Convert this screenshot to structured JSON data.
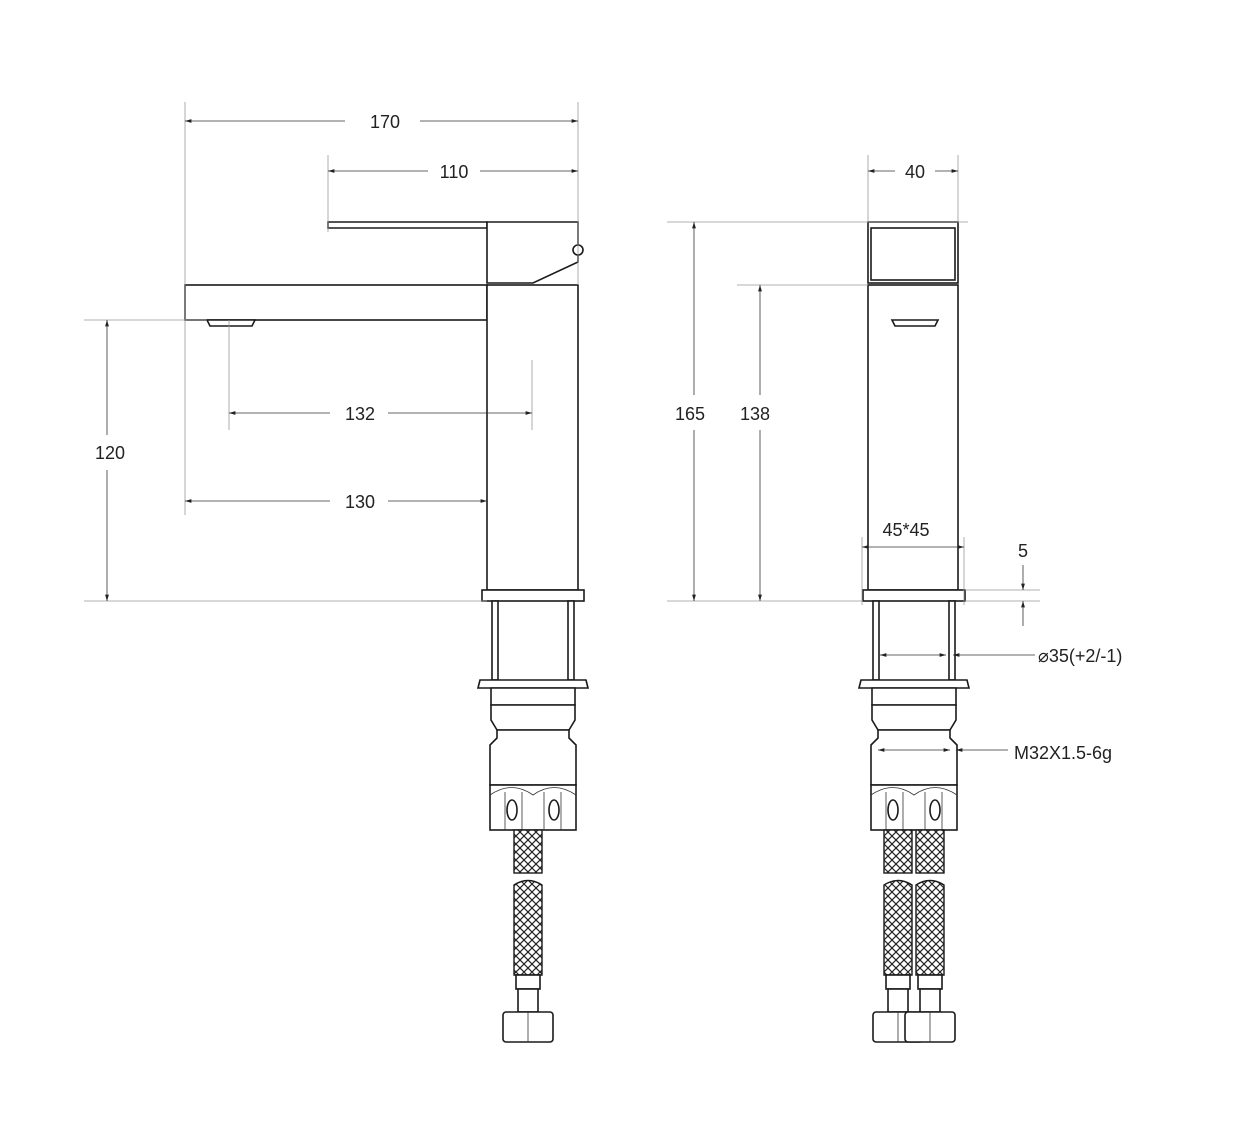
{
  "drawing": {
    "colors": {
      "line": "#1a1a1a",
      "dimension": "#333333",
      "background": "#ffffff"
    },
    "side_view": {
      "dimensions": {
        "overall_length": "170",
        "lever_length": "110",
        "spout_to_body_axis": "132",
        "spout_reach": "130",
        "spout_height": "120"
      }
    },
    "front_view": {
      "dimensions": {
        "width": "40",
        "total_height": "165",
        "body_height": "138",
        "base_size": "45*45",
        "base_thickness": "5",
        "hole_diameter": "⌀35(+2/-1)",
        "thread": "M32X1.5-6g"
      }
    }
  }
}
